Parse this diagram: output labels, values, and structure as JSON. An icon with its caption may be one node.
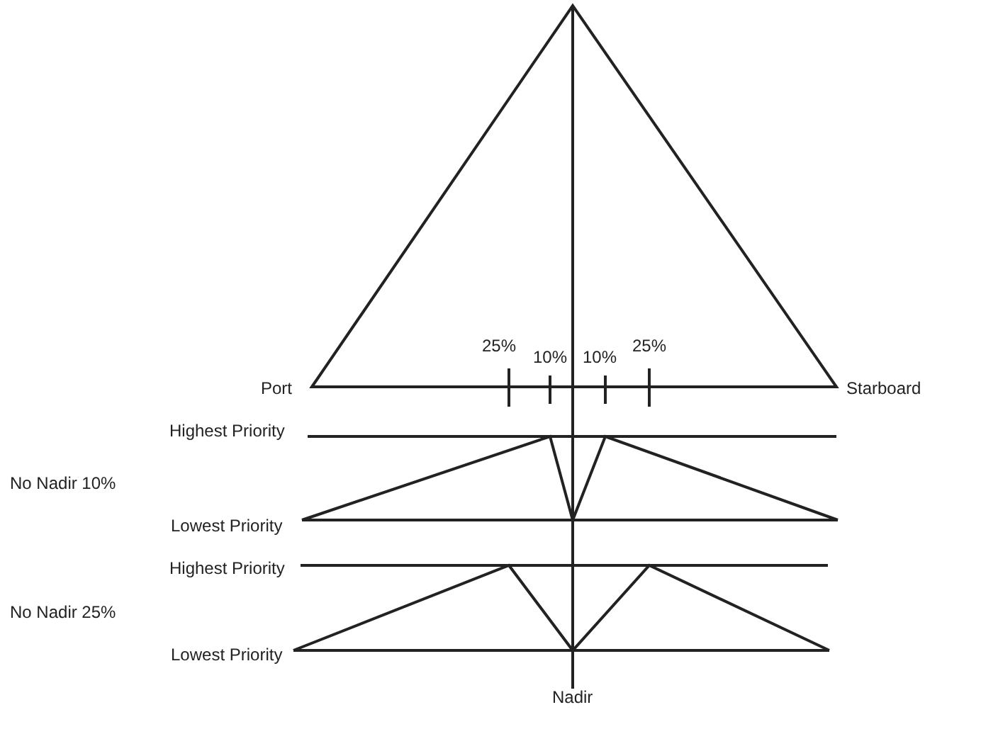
{
  "diagram": {
    "labels": [
      "25%",
      "10%",
      "10%",
      "25%",
      "Port",
      "Starboard",
      "Highest Priority",
      "No Nadir 10%",
      "Lowest Priority",
      "Highest Priority",
      "No Nadir 25%",
      "Lowest Priority",
      "Nadir"
    ]
  }
}
